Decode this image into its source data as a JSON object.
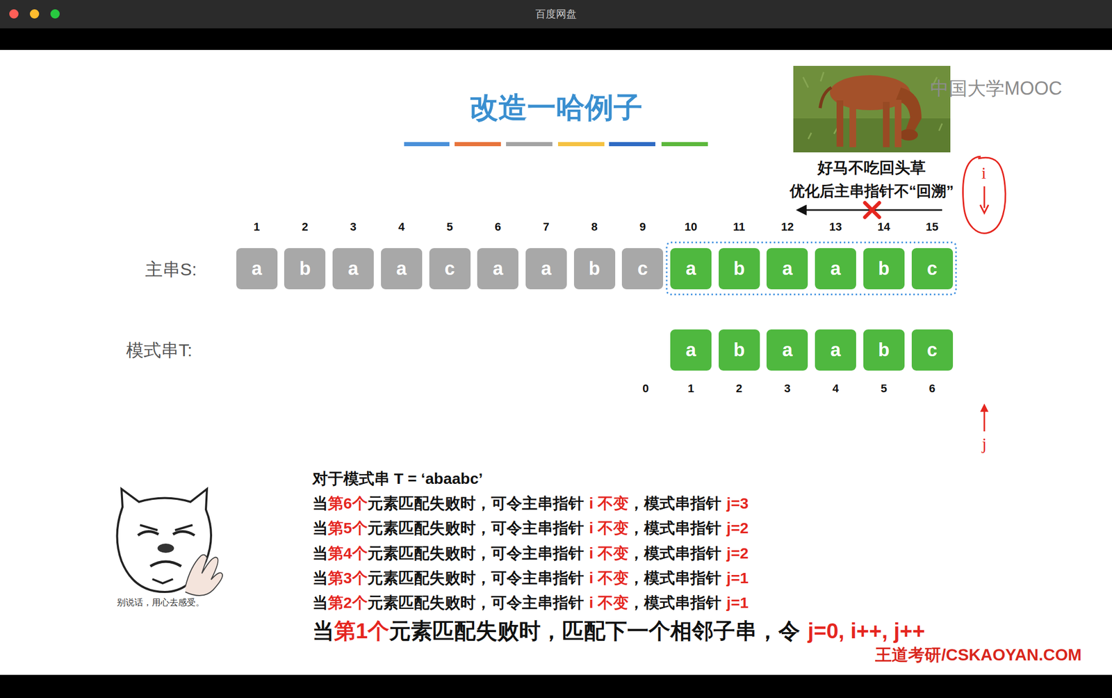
{
  "diagram": {
    "title": "改造一哈例子",
    "nodes": [
      {
        "text": [
          "a"
        ]
      },
      {
        "text": [
          "b"
        ]
      },
      {
        "text": [
          "a"
        ]
      },
      {
        "text": [
          "a"
        ]
      },
      {
        "text": [
          "c"
        ]
      },
      {
        "text": [
          "a"
        ]
      },
      {
        "text": [
          "a"
        ]
      },
      {
        "text": [
          "b"
        ]
      },
      {
        "text": [
          "c"
        ]
      },
      {
        "text": [
          "a"
        ]
      },
      {
        "text": [
          "b"
        ]
      },
      {
        "text": [
          "a"
        ]
      },
      {
        "text": [
          "a"
        ]
      },
      {
        "text": [
          "b"
        ]
      },
      {
        "text": [
          "c"
        ]
      },
      {
        "text": [
          "a"
        ]
      },
      {
        "text": [
          "b"
        ]
      },
      {
        "text": [
          "a"
        ]
      },
      {
        "text": [
          "a"
        ]
      },
      {
        "text": [
          "b"
        ]
      },
      {
        "text": [
          "c"
        ]
      }
    ],
    "labels": [
      "百度网盘",
      "中国大学MOOC",
      "好马不吃回头草",
      "优化后主串指针不“回溯”",
      "i",
      "1",
      "2",
      "3",
      "4",
      "5",
      "6",
      "7",
      "8",
      "9",
      "10",
      "11",
      "12",
      "13",
      "14",
      "15",
      "主串S:",
      "模式串T:",
      "0",
      "1",
      "2",
      "3",
      "4",
      "5",
      "6",
      "j",
      "对于模式串 T = ‘abaabc’",
      "当",
      "第6个",
      "元素匹配失败时，可令主串指针",
      "i 不变",
      "，模式串指针",
      "j=3",
      "当",
      "第5个",
      "元素匹配失败时，可令主串指针",
      "i 不变",
      "，模式串指针",
      "j=2",
      "当",
      "第4个",
      "元素匹配失败时，可令主串指针",
      "i 不变",
      "，模式串指针",
      "j=2",
      "当",
      "第3个",
      "元素匹配失败时，可令主串指针",
      "i 不变",
      "，模式串指针",
      "j=1",
      "当",
      "第2个",
      "元素匹配失败时，可令主串指针",
      "i 不变",
      "，模式串指针",
      "j=1",
      "当",
      "第1个",
      "元素匹配失败时，匹配下一个相邻子串，令",
      "j=0, i++, j++",
      "别说话，用心去感受。",
      "王道考研/CSKAOYAN.COM"
    ]
  }
}
